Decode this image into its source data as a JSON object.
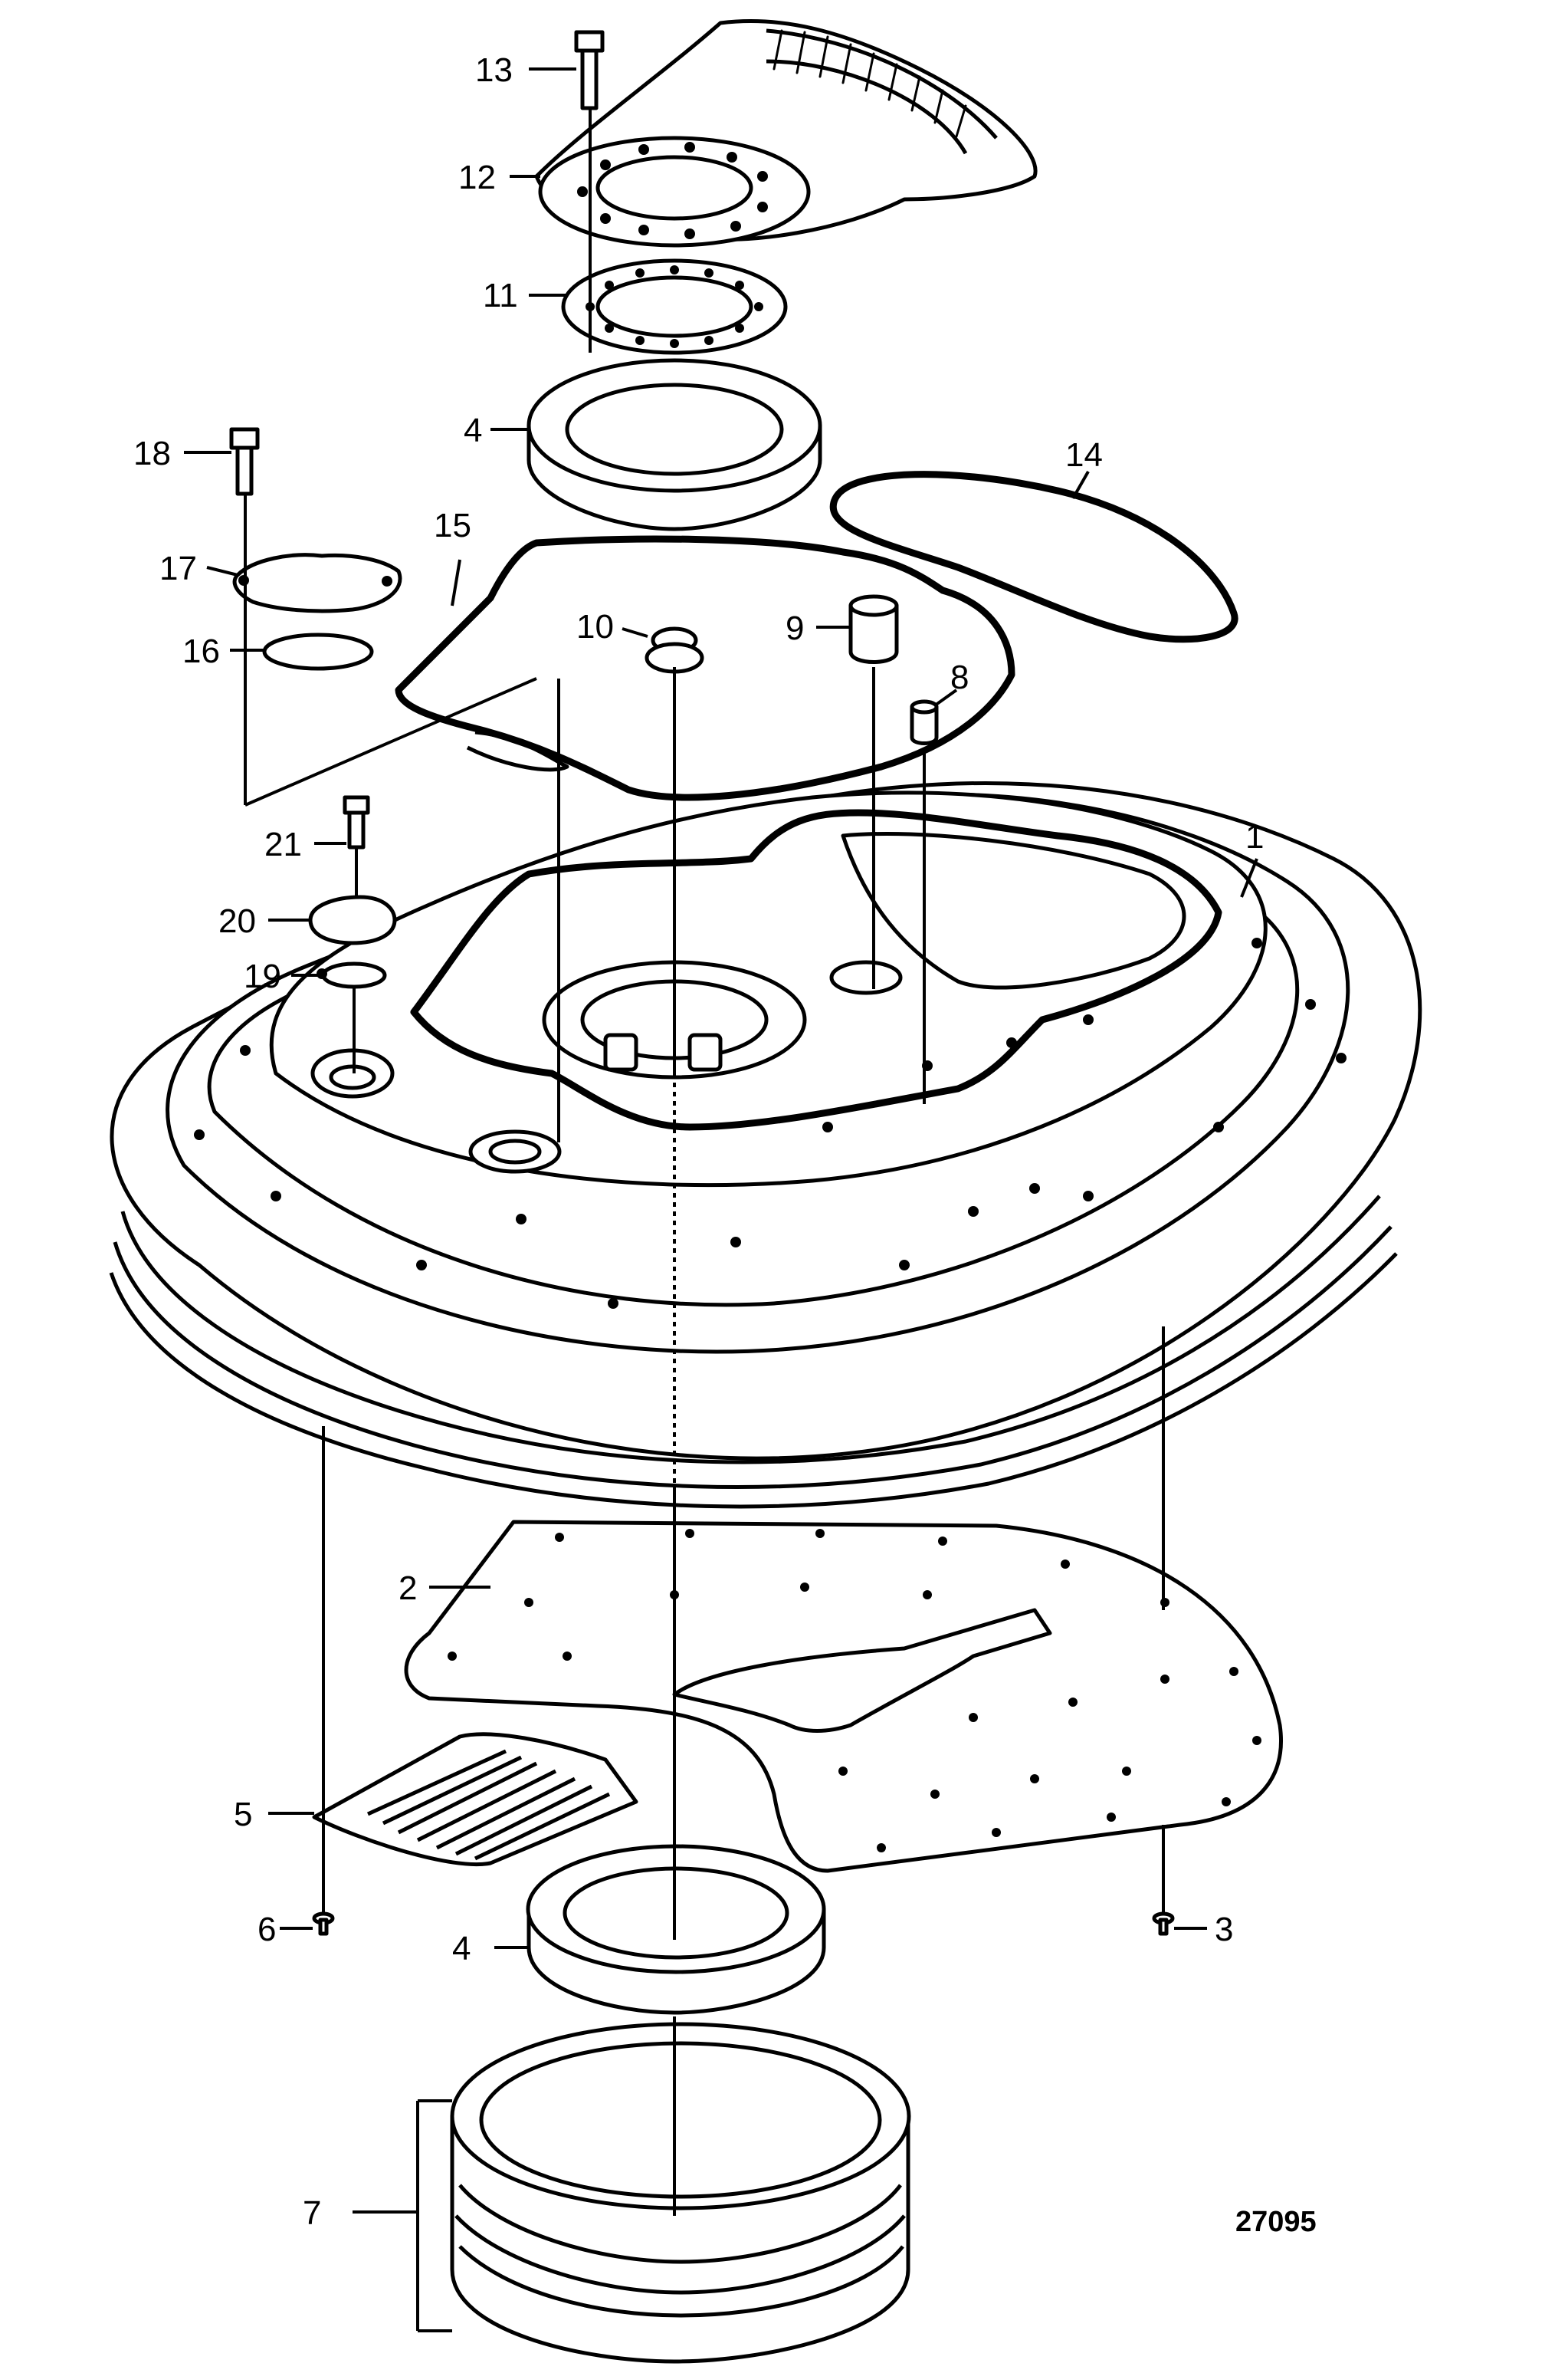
{
  "figure": {
    "drawing_number": "27095"
  },
  "callouts": [
    {
      "id": "1",
      "text": "1"
    },
    {
      "id": "2",
      "text": "2"
    },
    {
      "id": "3",
      "text": "3"
    },
    {
      "id": "4a",
      "text": "4"
    },
    {
      "id": "4b",
      "text": "4"
    },
    {
      "id": "5",
      "text": "5"
    },
    {
      "id": "6",
      "text": "6"
    },
    {
      "id": "7",
      "text": "7"
    },
    {
      "id": "8",
      "text": "8"
    },
    {
      "id": "9",
      "text": "9"
    },
    {
      "id": "10",
      "text": "10"
    },
    {
      "id": "11",
      "text": "11"
    },
    {
      "id": "12",
      "text": "12"
    },
    {
      "id": "13",
      "text": "13"
    },
    {
      "id": "14",
      "text": "14"
    },
    {
      "id": "15",
      "text": "15"
    },
    {
      "id": "16",
      "text": "16"
    },
    {
      "id": "17",
      "text": "17"
    },
    {
      "id": "18",
      "text": "18"
    },
    {
      "id": "19",
      "text": "19"
    },
    {
      "id": "20",
      "text": "20"
    },
    {
      "id": "21",
      "text": "21"
    }
  ]
}
